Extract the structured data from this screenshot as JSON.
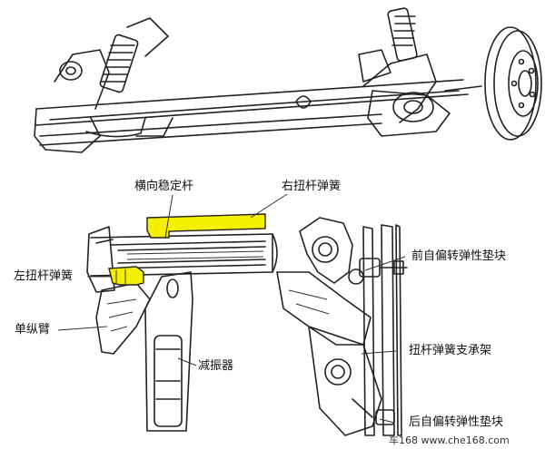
{
  "labels": {
    "stabilizer_bar": "横向稳定杆",
    "right_torsion_spring": "右扭杆弹簧",
    "left_torsion_spring": "左扭杆弹簧",
    "trailing_arm": "单纵臂",
    "shock_absorber": "减振器",
    "front_bushing": "前自偏转弹性垫块",
    "spring_bracket": "扭杆弹簧支承架",
    "rear_bushing": "后自偏转弹性垫块"
  },
  "watermark": "车168 www.che168.com",
  "colors": {
    "highlight": "#f5f000",
    "ink": "#222222",
    "background": "#ffffff"
  }
}
